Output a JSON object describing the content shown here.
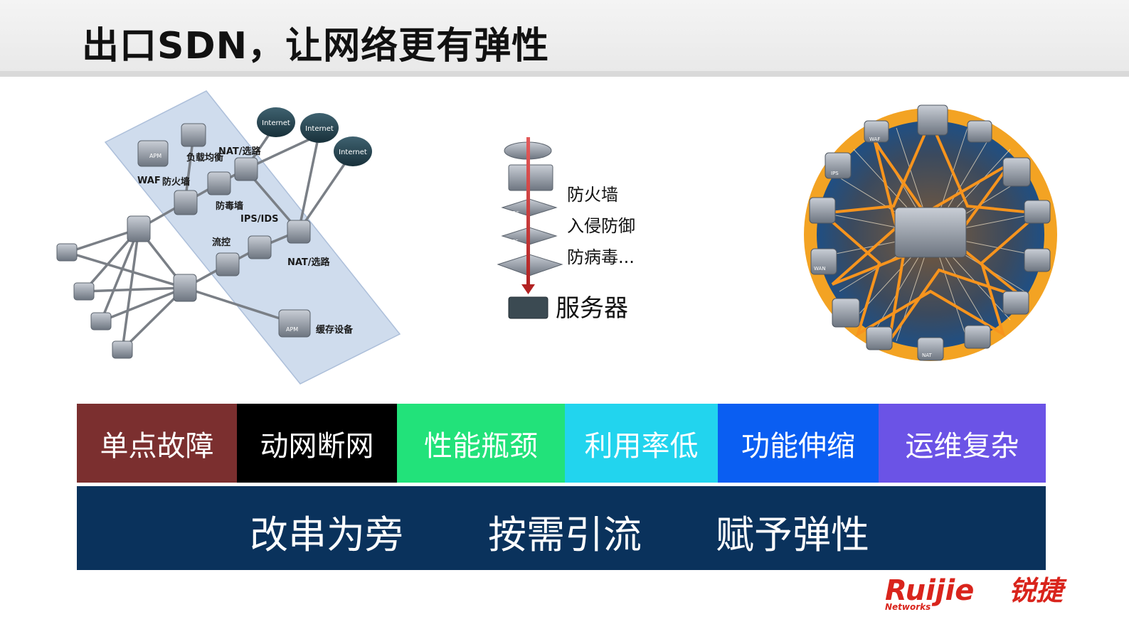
{
  "slide": {
    "title": "出口SDN，让网络更有弹性"
  },
  "left_diagram": {
    "clouds": [
      "Internet",
      "Internet",
      "Internet"
    ],
    "labels": {
      "waf": "WAF",
      "firewall": "防火墙",
      "load_balance": "负载均衡",
      "nat_top": "NAT/选路",
      "antivirus_wall": "防毒墙",
      "ips_ids": "IPS/IDS",
      "flow_control": "流控",
      "nat_bottom": "NAT/选路",
      "cache": "缓存设备",
      "apm_top": "APM",
      "apm_bottom": "APM"
    }
  },
  "middle_diagram": {
    "stack_labels": [
      "防火墙",
      "入侵防御",
      "防病毒..."
    ],
    "device_tags": [
      "IDS",
      "IPS"
    ],
    "server_label": "服务器"
  },
  "right_diagram": {
    "device_tags": [
      "WAF",
      "IPS",
      "NAT",
      "WAN"
    ]
  },
  "issues": [
    {
      "label": "单点故障",
      "color": "#7b2f2f"
    },
    {
      "label": "动网断网",
      "color": "#000000"
    },
    {
      "label": "性能瓶颈",
      "color": "#22e27a"
    },
    {
      "label": "利用率低",
      "color": "#22d4ee"
    },
    {
      "label": "功能伸缩",
      "color": "#0a5ef2"
    },
    {
      "label": "运维复杂",
      "color": "#6b53e6"
    }
  ],
  "solutions": [
    "改串为旁",
    "按需引流",
    "赋予弹性"
  ],
  "logo": {
    "brand": "Ruijie",
    "brand_cn": "锐捷",
    "sub": "Networks",
    "color": "#d9241c"
  }
}
